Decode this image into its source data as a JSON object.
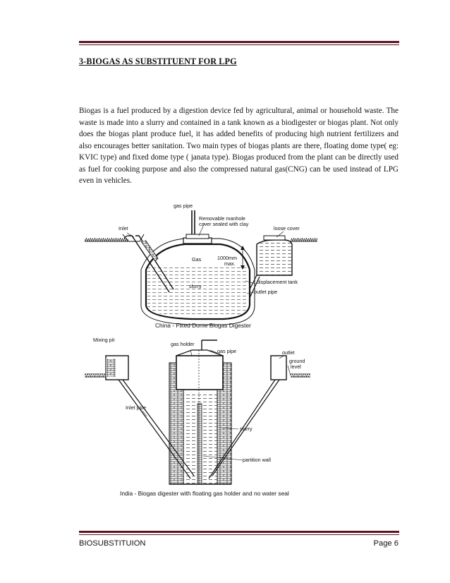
{
  "section": {
    "heading": "3-BIOGAS AS SUBSTITUENT FOR LPG",
    "paragraph": "Biogas is a fuel produced by a digestion device fed by agricultural, animal or household waste. The waste is made into a slurry and contained in a tank known as a biodigester or biogas plant. Not only does the biogas plant produce fuel, it has added benefits of producing high nutrient fertilizers and also encourages better sanitation. Two main types of biogas plants are there, floating dome type( eg: KVIC type) and fixed dome type ( janata type).  Biogas produced from the plant can be directly used as fuel for cooking purpose and also the compressed natural gas(CNG) can be used instead of LPG even in vehicles."
  },
  "figure_china": {
    "labels": {
      "gas_pipe": "gas pipe",
      "manhole_1": "Removable manhole",
      "manhole_2": "cover sealed with clay",
      "loose_cover": "loose cover",
      "inlet": "Inlet",
      "gas": "Gas",
      "height_1": "1000mm",
      "height_2": "max.",
      "slurry": "slurry",
      "displacement_tank": "displacement tank",
      "outlet_pipe": "outlet pipe"
    },
    "caption": "China - Fixed Dome Biogas Digester"
  },
  "figure_india": {
    "labels": {
      "mixing_pit": "Mixing pit",
      "gas_holder": "gas holder",
      "gas_pipe": "gas pipe",
      "outlet": "outlet",
      "ground_1": "ground",
      "ground_2": "level",
      "inlet_pipe": "Inlet pipe",
      "slurry": "slurry",
      "partition_wall": "partition wall"
    },
    "caption": "India - Biogas digester with floating gas holder and no water seal"
  },
  "footer": {
    "left": "BIOSUBSTITUION",
    "right": "Page 6"
  }
}
